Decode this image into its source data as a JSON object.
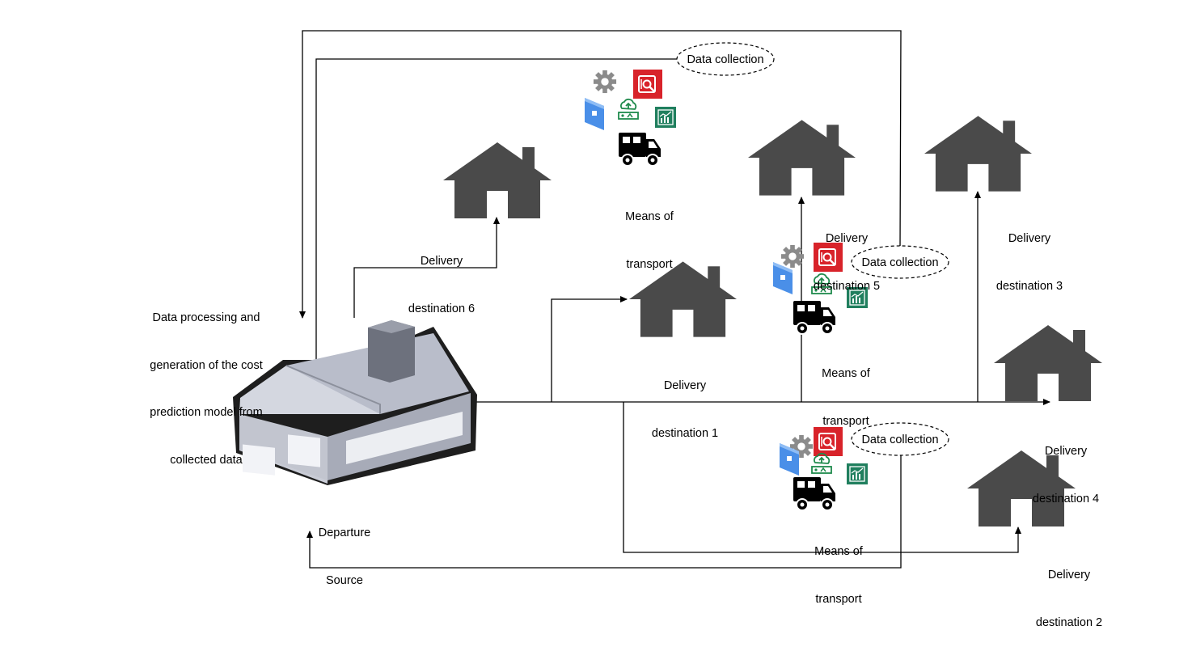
{
  "process_note": [
    "Data processing and",
    "generation of the cost",
    "prediction model from",
    "collected data"
  ],
  "source": {
    "label": [
      "Departure",
      "Source"
    ]
  },
  "destinations": [
    {
      "id": "1",
      "label": [
        "Delivery",
        "destination 1"
      ]
    },
    {
      "id": "2",
      "label": [
        "Delivery",
        "destination 2"
      ]
    },
    {
      "id": "3",
      "label": [
        "Delivery",
        "destination 3"
      ]
    },
    {
      "id": "4",
      "label": [
        "Delivery",
        "destination 4"
      ]
    },
    {
      "id": "5",
      "label": [
        "Delivery",
        "destination 5"
      ]
    },
    {
      "id": "6",
      "label": [
        "Delivery",
        "destination 6"
      ]
    }
  ],
  "transports": [
    {
      "label": [
        "Means of",
        "transport"
      ]
    },
    {
      "label": [
        "Means of",
        "transport"
      ]
    },
    {
      "label": [
        "Means of",
        "transport"
      ]
    }
  ],
  "data_collection_label": "Data collection",
  "colors": {
    "house": "#4a4a4a",
    "line": "#000000",
    "warehouse_body": "#c9ccd6",
    "warehouse_roof": "#aeb2c0",
    "warehouse_chimney": "#6d717d",
    "security_red": "#d8232a",
    "iot_green": "#1f8a4c",
    "analytics_teal": "#207f5e",
    "storage_blue": "#4a8fe8",
    "gear_gray": "#8b8b8b"
  }
}
